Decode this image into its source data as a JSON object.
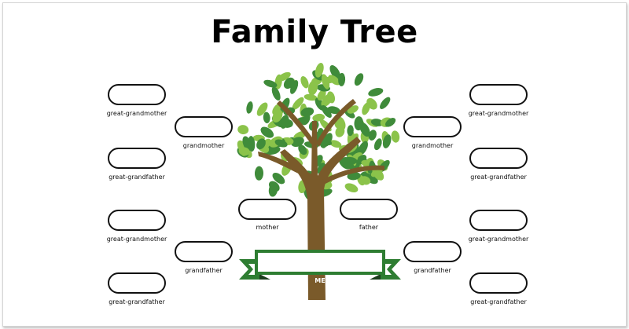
{
  "title": "Family Tree",
  "colors": {
    "trunk": "#7a5a2a",
    "leaf_dark": "#3f8b3a",
    "leaf_light": "#8bc34a",
    "ribbon_green": "#2e7d32",
    "ribbon_dark": "#1b3d1c"
  },
  "left_column": {
    "outer_top_1": "great-grandmother",
    "outer_top_2": "great-grandfather",
    "outer_bottom_1": "great-grandmother",
    "outer_bottom_2": "great-grandfather",
    "middle_top": "grandmother",
    "middle_bottom": "grandfather",
    "inner": "mother"
  },
  "right_column": {
    "outer_top_1": "great-grandmother",
    "outer_top_2": "great-grandfather",
    "outer_bottom_1": "great-grandmother",
    "outer_bottom_2": "great-grandfather",
    "middle_top": "grandmother",
    "middle_bottom": "grandfather",
    "inner": "father"
  },
  "me_label": "ME"
}
